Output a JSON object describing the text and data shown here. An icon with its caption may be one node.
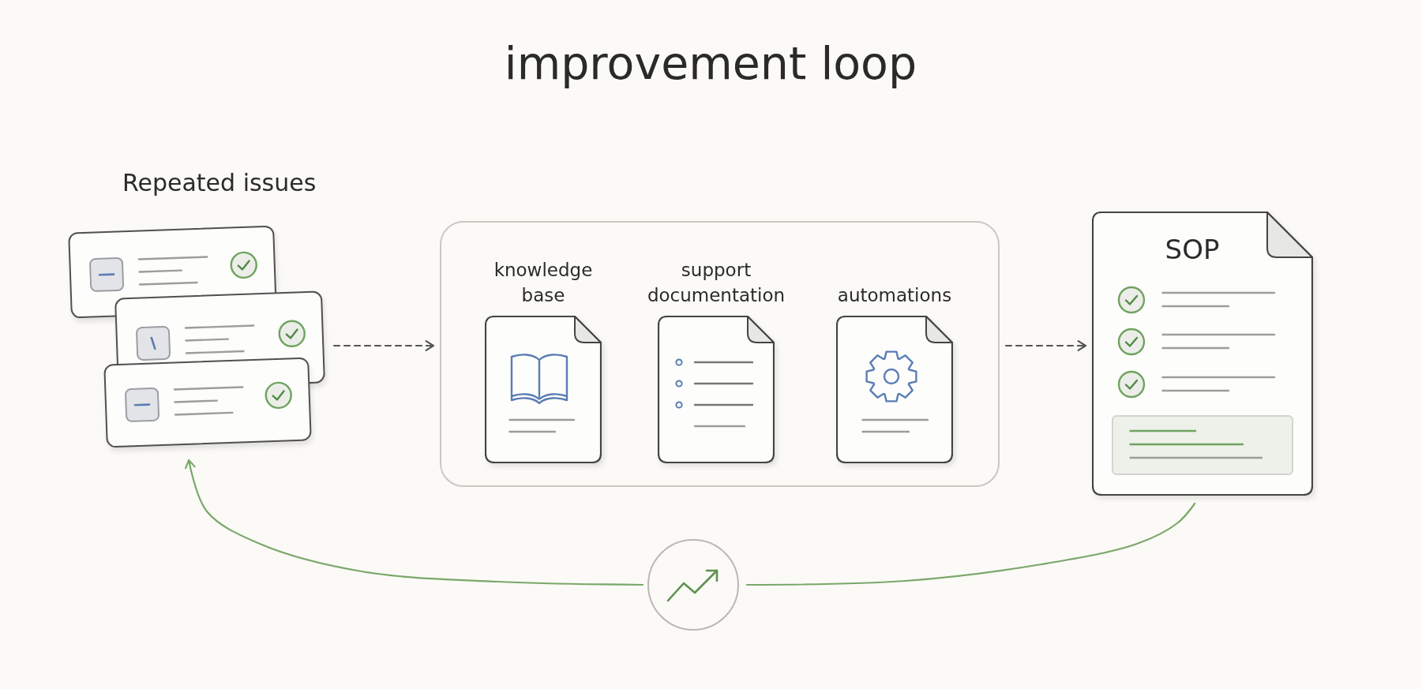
{
  "diagram": {
    "title": "improvement loop",
    "nodes": [
      {
        "text": [
          "Repeated issues"
        ]
      },
      {
        "text": [],
        "shape": "box"
      },
      {
        "text": [
          "knowledge base"
        ],
        "in": 1
      },
      {
        "text": [
          "support documentation"
        ],
        "in": 1
      },
      {
        "text": [
          "automations"
        ],
        "in": 1
      },
      {
        "text": [
          "SOP"
        ]
      },
      {
        "text": [],
        "shape": "circle"
      }
    ],
    "edges": [
      {
        "from": 0,
        "to": 1,
        "arrow": "to",
        "style": "dashed"
      },
      {
        "from": 1,
        "to": 5,
        "arrow": "to",
        "style": "dashed"
      },
      {
        "from": 5,
        "to": 6,
        "arrow": "none",
        "color": "#7aa76a"
      },
      {
        "from": 6,
        "to": 0,
        "arrow": "to",
        "color": "#7aa76a"
      }
    ]
  }
}
